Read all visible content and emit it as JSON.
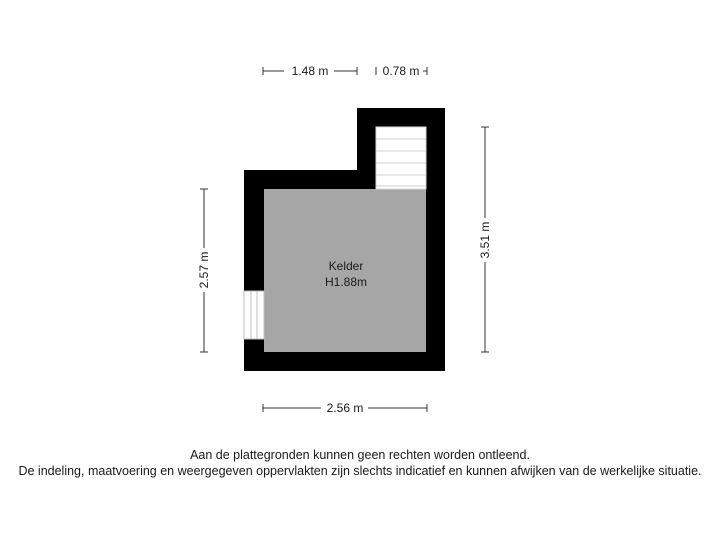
{
  "room": {
    "name": "Kelder",
    "height": "H1.88m",
    "fill_color": "#a6a6a6",
    "wall_color": "#000000"
  },
  "dimensions": {
    "top_left": "1.48 m",
    "top_right": "0.78 m",
    "left": "2.57 m",
    "right": "3.51 m",
    "bottom": "2.56 m"
  },
  "disclaimer": {
    "line1": "Aan de plattegronden kunnen geen rechten worden ontleend.",
    "line2": "De indeling, maatvoering en weergegeven oppervlakten zijn slechts indicatief en kunnen afwijken van de werkelijke situatie."
  }
}
